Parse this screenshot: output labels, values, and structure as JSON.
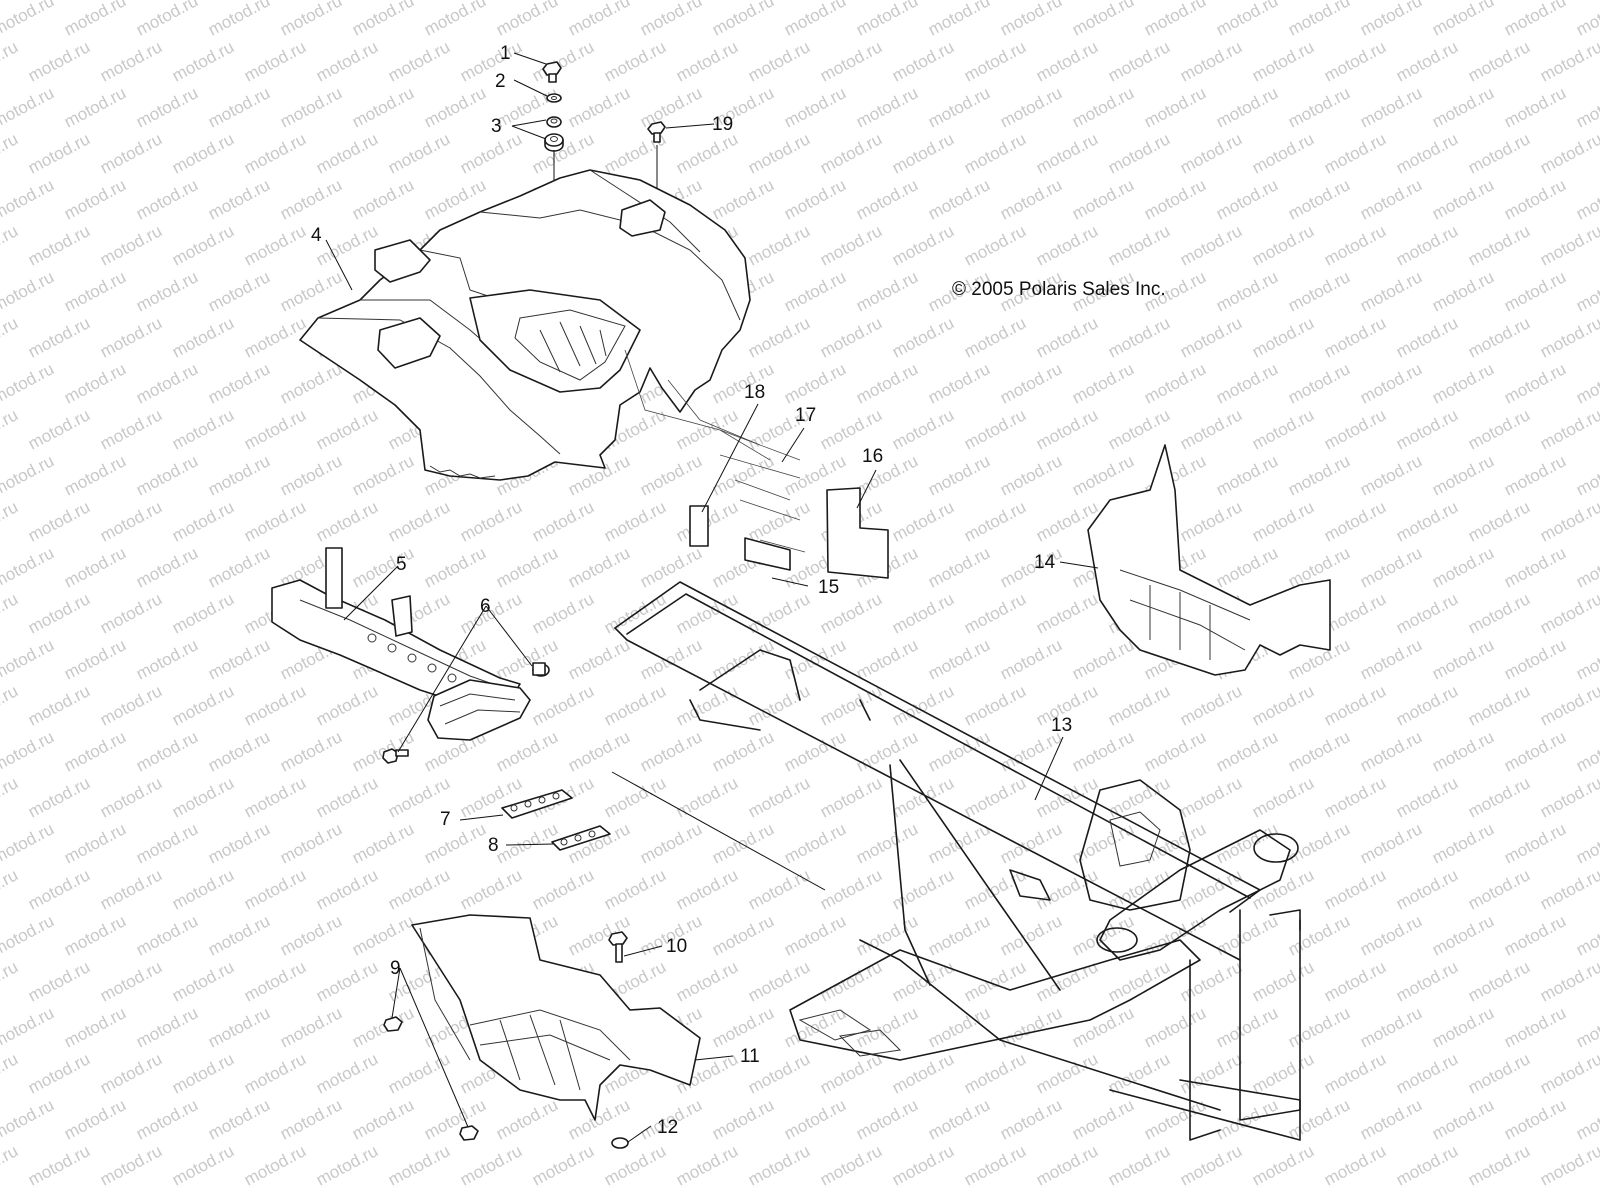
{
  "watermark": {
    "text": "motod.ru"
  },
  "copyright": "© 2005 Polaris Sales Inc.",
  "callouts": [
    {
      "id": "c1",
      "label": "1"
    },
    {
      "id": "c2",
      "label": "2"
    },
    {
      "id": "c3",
      "label": "3"
    },
    {
      "id": "c4",
      "label": "4"
    },
    {
      "id": "c5",
      "label": "5"
    },
    {
      "id": "c6",
      "label": "6"
    },
    {
      "id": "c7",
      "label": "7"
    },
    {
      "id": "c8",
      "label": "8"
    },
    {
      "id": "c9",
      "label": "9"
    },
    {
      "id": "c10",
      "label": "10"
    },
    {
      "id": "c11",
      "label": "11"
    },
    {
      "id": "c12",
      "label": "12"
    },
    {
      "id": "c13",
      "label": "13"
    },
    {
      "id": "c14",
      "label": "14"
    },
    {
      "id": "c15",
      "label": "15"
    },
    {
      "id": "c16",
      "label": "16"
    },
    {
      "id": "c17",
      "label": "17"
    },
    {
      "id": "c18",
      "label": "18"
    },
    {
      "id": "c19",
      "label": "19"
    }
  ]
}
